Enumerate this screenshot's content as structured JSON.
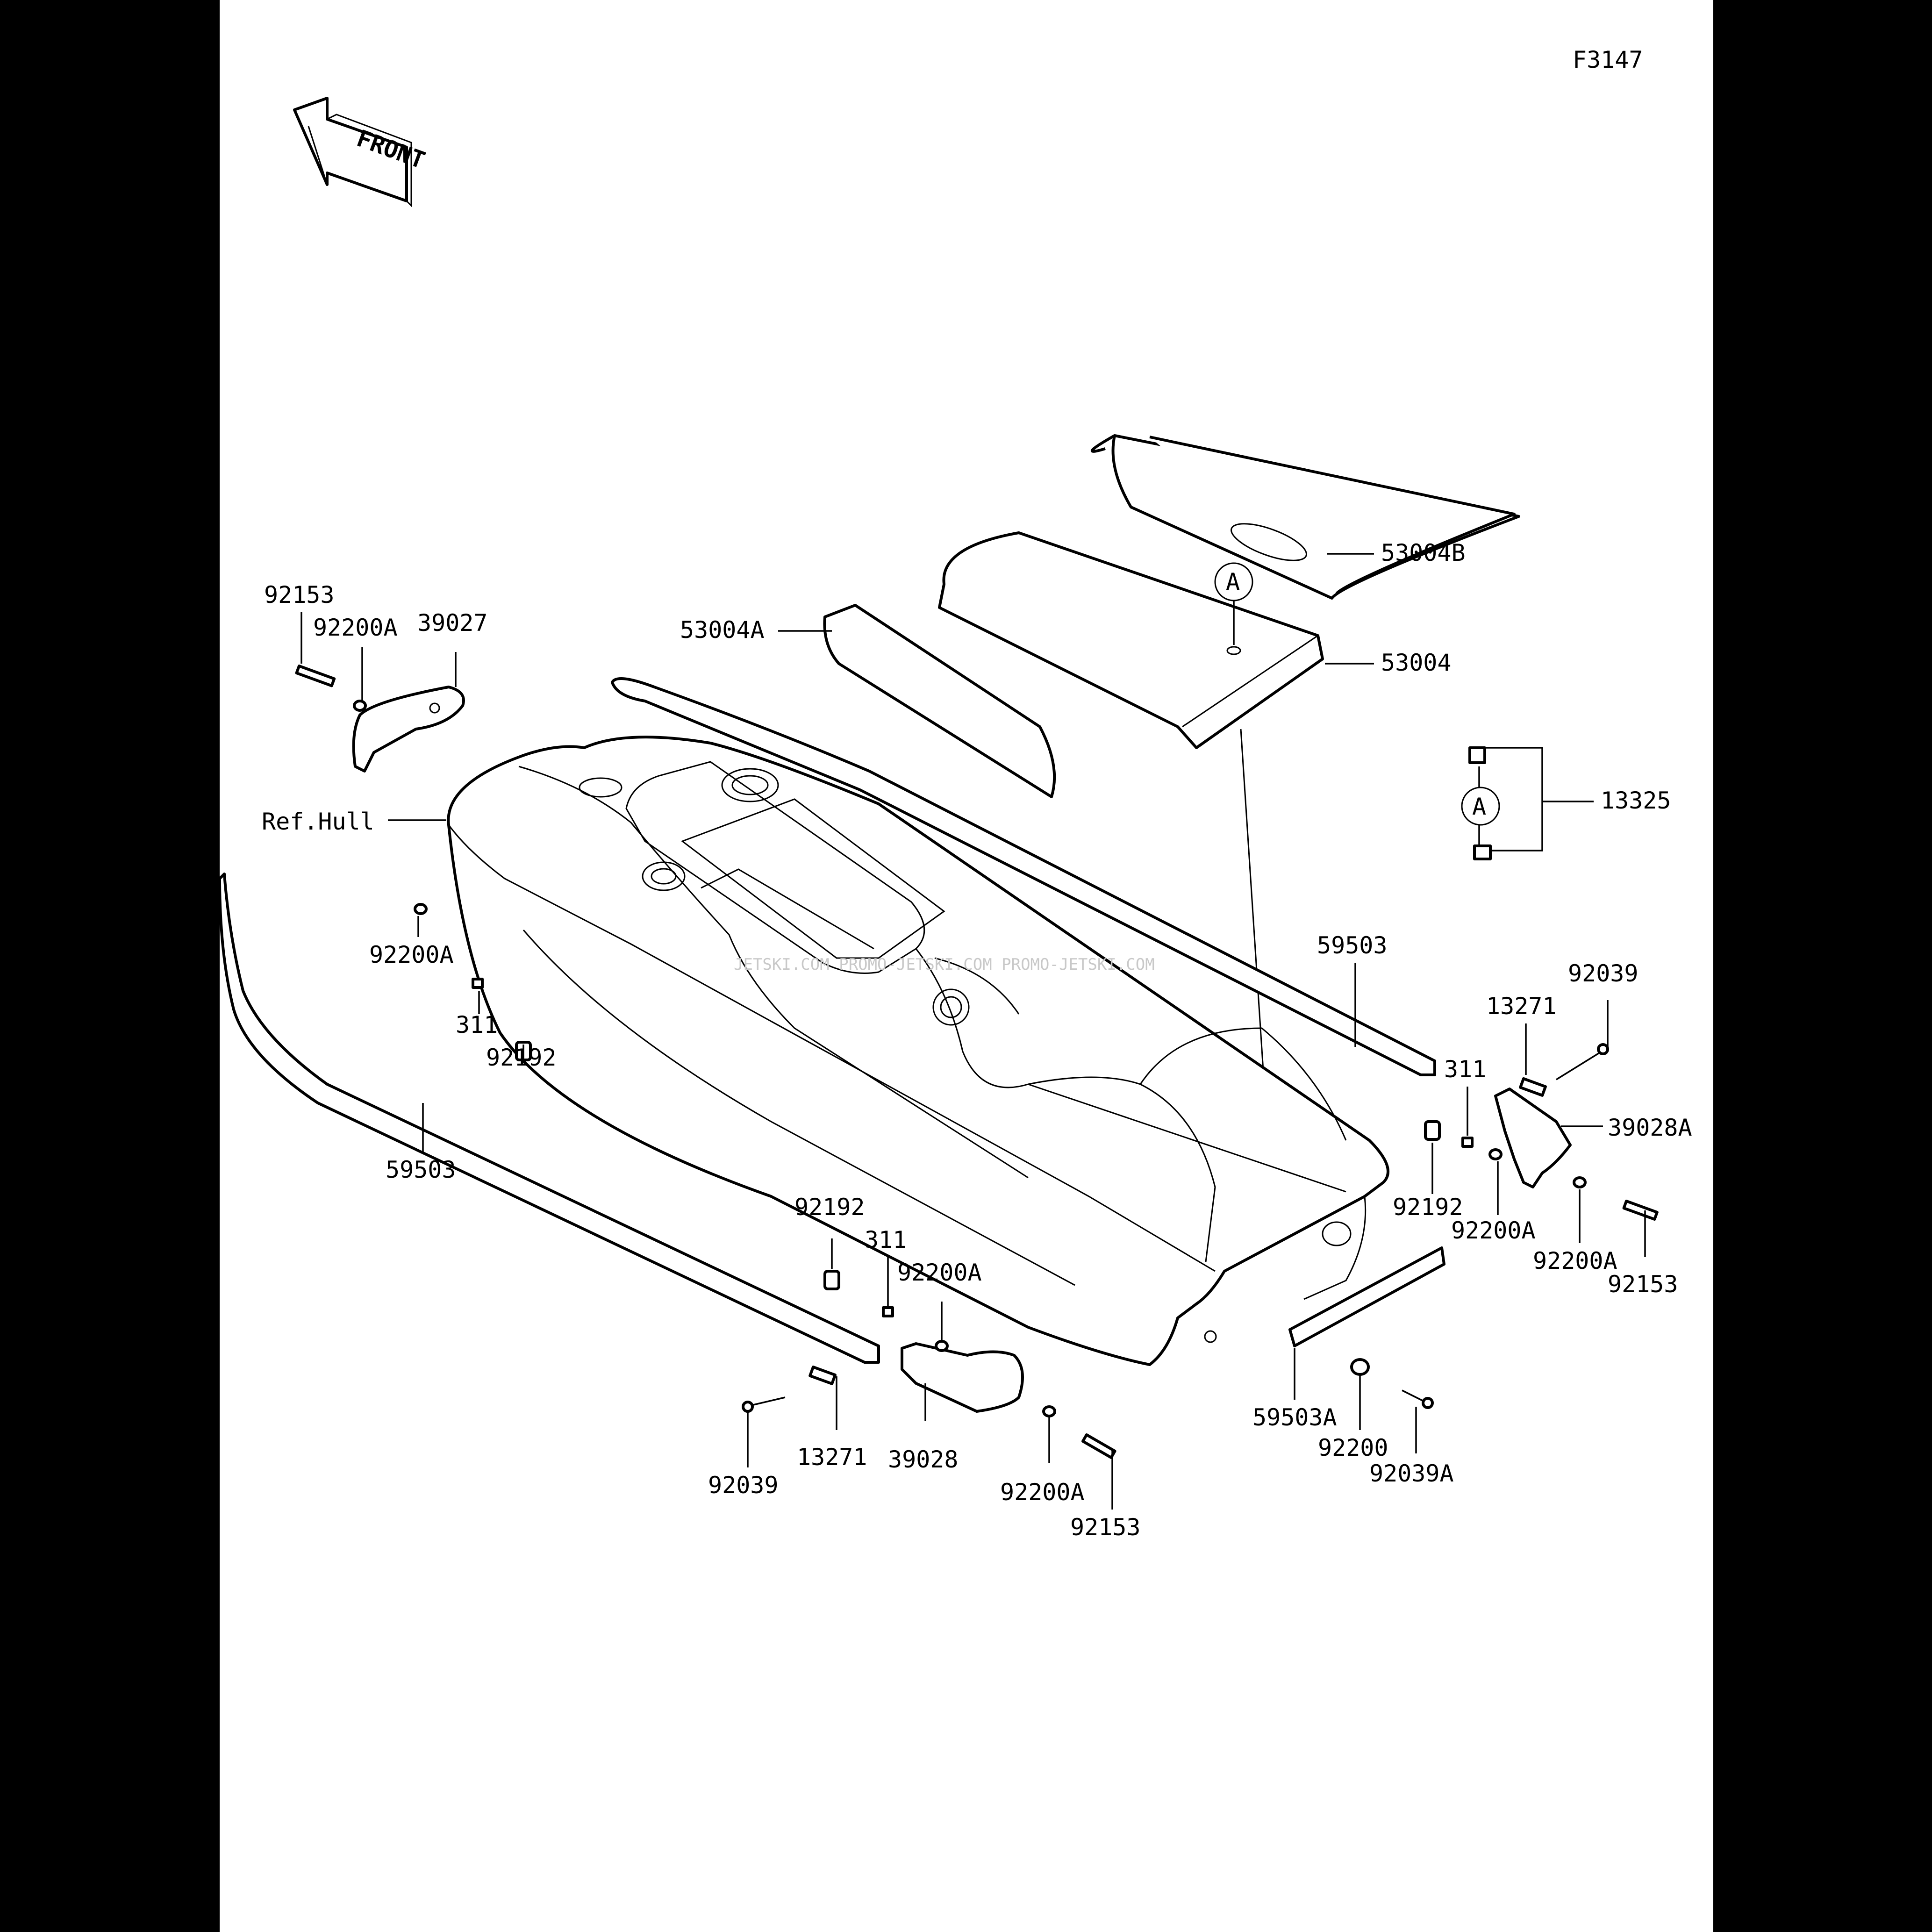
{
  "diagram": {
    "figure_code": "F3147",
    "front_label": "FRONT",
    "watermark": "JETSKI.COM PROMO-JETSKI.COM PROMO-JETSKI.COM",
    "callout_letter": "A",
    "labels": {
      "p53004B": "53004B",
      "p53004": "53004",
      "p53004A": "53004A",
      "p13325": "13325",
      "p92153_tl": "92153",
      "p92200A_tl": "92200A",
      "p39027": "39027",
      "ref_hull": "Ref.Hull",
      "p92200A_l": "92200A",
      "p311_l": "311",
      "p92192_l": "92192",
      "p59503_l": "59503",
      "p59503_r": "59503",
      "p92039_r": "92039",
      "p13271_r": "13271",
      "p311_r": "311",
      "p39028A": "39028A",
      "p92192_r": "92192",
      "p92200A_r1": "92200A",
      "p92200A_r2": "92200A",
      "p92153_r": "92153",
      "p92192_m": "92192",
      "p311_m": "311",
      "p92200A_m1": "92200A",
      "p39028": "39028",
      "p13271_m": "13271",
      "p92039_m": "92039",
      "p92200A_m2": "92200A",
      "p92153_m": "92153",
      "p59503A": "59503A",
      "p92200": "92200",
      "p92039A": "92039A"
    }
  }
}
